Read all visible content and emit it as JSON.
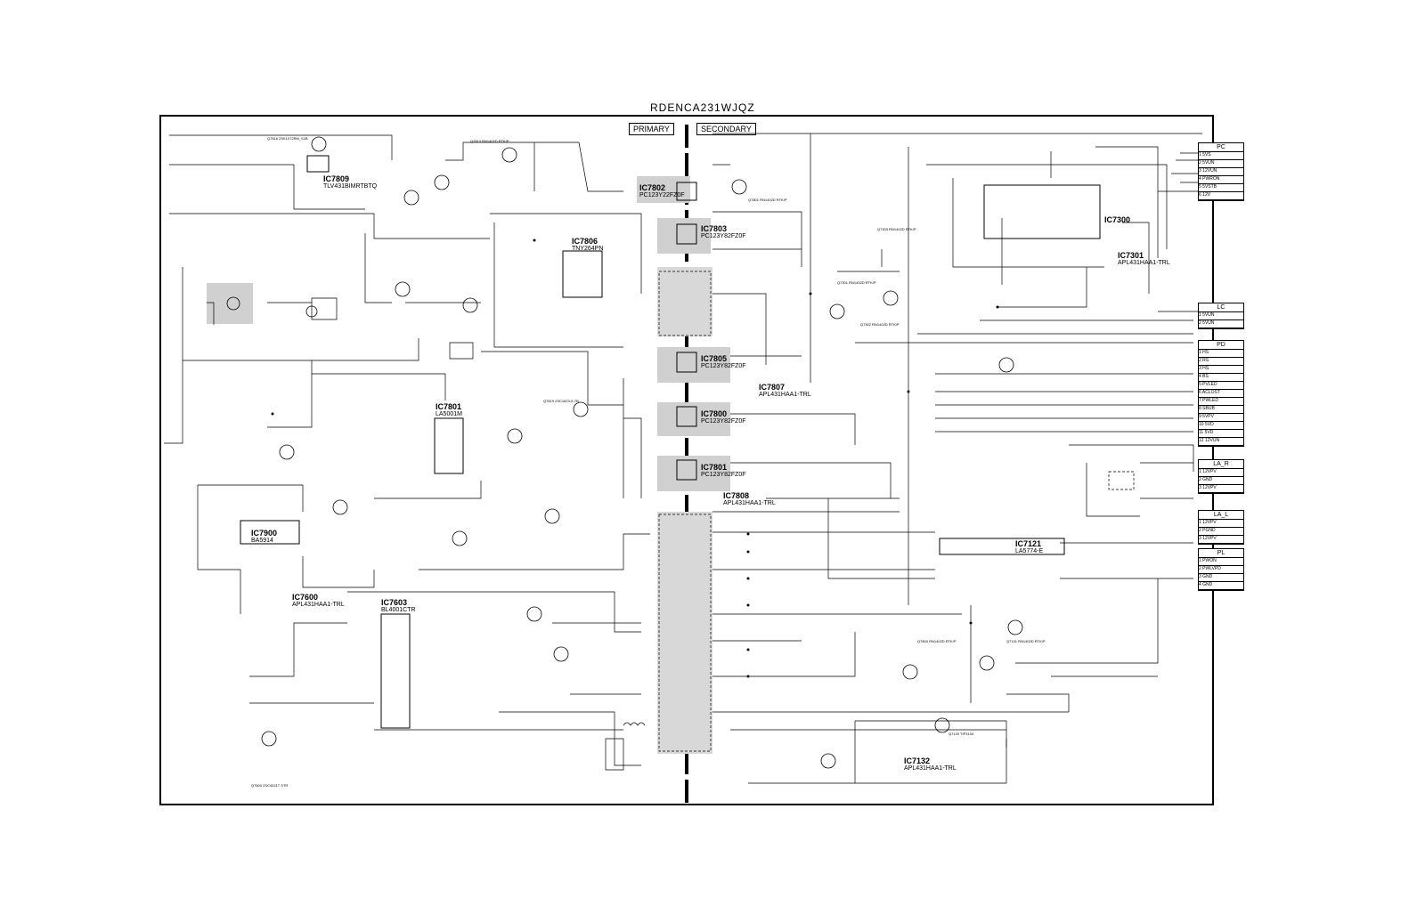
{
  "diagram": {
    "title": "RDENCA231WJQZ",
    "primary_label": "PRIMARY",
    "secondary_label": "SECONDARY"
  },
  "ics": [
    {
      "ref": "IC7809",
      "part": "TLV431BIMRTBTQ"
    },
    {
      "ref": "IC7802",
      "part": "PC123Y22FZ0F"
    },
    {
      "ref": "IC7803",
      "part": "PC123Y82FZ0F"
    },
    {
      "ref": "IC7806",
      "part": "TNY264PN"
    },
    {
      "ref": "IC7801",
      "part": "LA5001M"
    },
    {
      "ref": "IC7805",
      "part": "PC123Y82FZ0F"
    },
    {
      "ref": "IC7800",
      "part": "PC123Y82FZ0F"
    },
    {
      "ref": "IC7801",
      "part": "PC123Y82FZ0F"
    },
    {
      "ref": "IC7808",
      "part": "APL431HAA1-TRL"
    },
    {
      "ref": "IC7807",
      "part": "APL431HAA1-TRL"
    },
    {
      "ref": "IC7900",
      "part": "BA5914"
    },
    {
      "ref": "IC7600",
      "part": "APL431HAA1-TRL"
    },
    {
      "ref": "IC7603",
      "part": "BL4001CTR"
    },
    {
      "ref": "IC7300",
      "part": ""
    },
    {
      "ref": "IC7301",
      "part": "APL431HAA1-TRL"
    },
    {
      "ref": "IC7121",
      "part": "LA5774-E"
    },
    {
      "ref": "IC7132",
      "part": "APL431HAA1-TRL"
    }
  ],
  "connectors": [
    {
      "name": "PC",
      "rows": [
        "1 5VS",
        "2 5VUN",
        "3 12VUN",
        "4 PWRON",
        "5 5VSTB",
        "6 12V"
      ]
    },
    {
      "name": "LC",
      "rows": [
        "1 5VUN",
        "2 5VUN"
      ]
    },
    {
      "name": "PD",
      "rows": [
        "1 HS",
        "2 RS",
        "3 HS",
        "4 BS",
        "5 PVLED",
        "6 ACLOST",
        "7 PWLED",
        "8 SBUB",
        "9 5VPV",
        "10 5VD",
        "11 5VD",
        "12 12VUN"
      ]
    },
    {
      "name": "LA_R",
      "rows": [
        "1 12VPV",
        "2 GND",
        "3 12VPV"
      ]
    },
    {
      "name": "LA_L",
      "rows": [
        "1 12VPV",
        "2 PGND",
        "3 12VPV"
      ]
    },
    {
      "name": "PL",
      "rows": [
        "1 PWON",
        "2 PWLVPD",
        "3 GND",
        "4 GND"
      ]
    }
  ],
  "transistors": [
    "Q7816 2SK1072RM_S1B",
    "Q7813 RN1402D RTK/P",
    "Q7801 RN1402D RTK/P",
    "Q7819 2SC1623-5-TB",
    "Q7303 RN1402D RTK/P",
    "Q7301 RN1402D RTK/P",
    "Q7302 RN1402D RTK/P",
    "Q7131 RN1402D RTK/P",
    "Q7133 TIP3100",
    "Q7800 RN1402D RTK/P",
    "Q7600 2SC4021T STR"
  ]
}
